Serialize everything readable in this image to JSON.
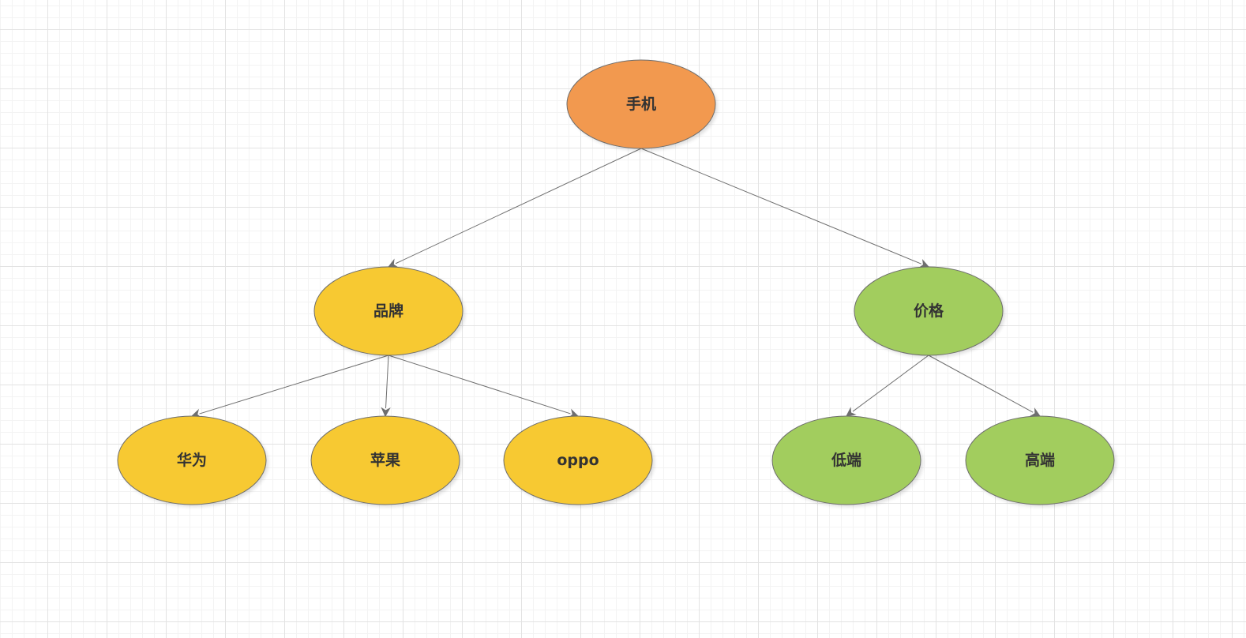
{
  "diagram": {
    "nodes": {
      "root": {
        "label": "手机",
        "color": "#f2994f"
      },
      "brand": {
        "label": "品牌",
        "color": "#f7c932"
      },
      "price": {
        "label": "价格",
        "color": "#a2cd5e"
      },
      "huawei": {
        "label": "华为",
        "color": "#f7c932"
      },
      "apple": {
        "label": "苹果",
        "color": "#f7c932"
      },
      "oppo": {
        "label": "oppo",
        "color": "#f7c932"
      },
      "low_end": {
        "label": "低端",
        "color": "#a2cd5e"
      },
      "high_end": {
        "label": "高端",
        "color": "#a2cd5e"
      }
    },
    "edges": [
      {
        "from": "root",
        "to": "brand"
      },
      {
        "from": "root",
        "to": "price"
      },
      {
        "from": "brand",
        "to": "huawei"
      },
      {
        "from": "brand",
        "to": "apple"
      },
      {
        "from": "brand",
        "to": "oppo"
      },
      {
        "from": "price",
        "to": "low_end"
      },
      {
        "from": "price",
        "to": "high_end"
      }
    ]
  }
}
